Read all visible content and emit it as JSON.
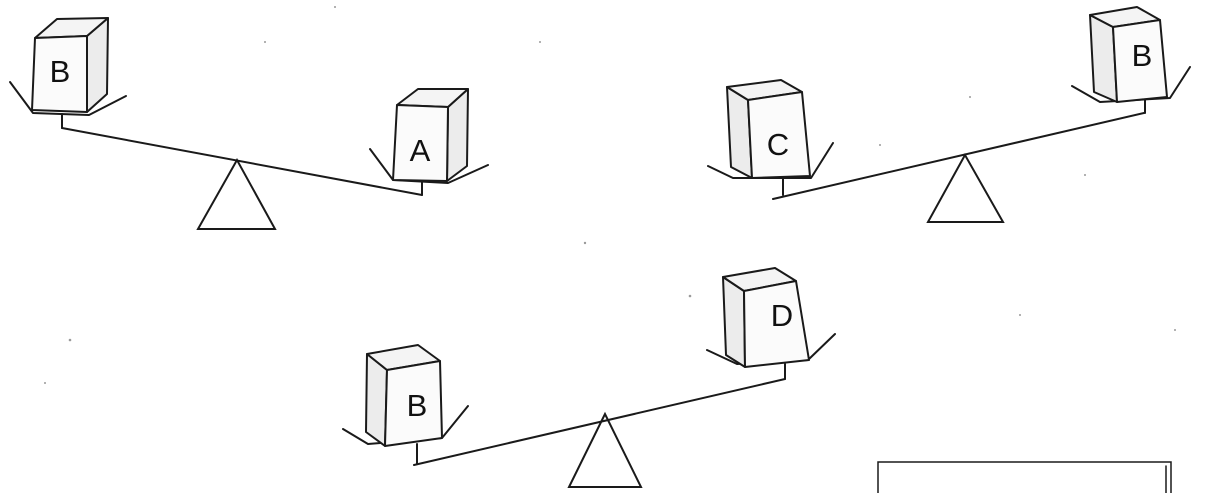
{
  "figure": {
    "balances": [
      {
        "left": "B",
        "right": "A"
      },
      {
        "left": "C",
        "right": "B"
      },
      {
        "left": "B",
        "right": "D"
      }
    ]
  }
}
